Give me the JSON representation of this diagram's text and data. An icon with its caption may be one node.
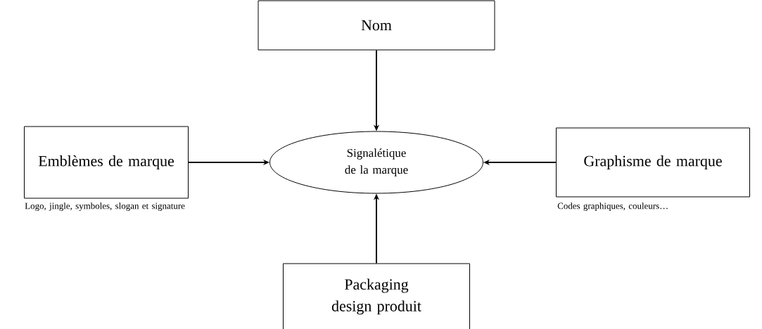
{
  "diagram": {
    "nodes": [
      {
        "text": [
          "Nom"
        ]
      },
      {
        "text": [
          "Emblèmes de marque"
        ],
        "beside": [
          "Logo, jingle, symboles, slogan et signature"
        ]
      },
      {
        "text": [
          "Signalétique de la marque"
        ]
      },
      {
        "text": [
          "Graphisme de marque"
        ],
        "beside": [
          "Codes graphiques, couleurs…"
        ]
      },
      {
        "text": [
          "Packaging design produit"
        ]
      }
    ],
    "edges": [
      {
        "from": 0,
        "to": 2,
        "arrow": "to"
      },
      {
        "from": 1,
        "to": 2,
        "arrow": "to"
      },
      {
        "from": 3,
        "to": 2,
        "arrow": "to"
      },
      {
        "from": 4,
        "to": 2,
        "arrow": "to"
      }
    ]
  }
}
